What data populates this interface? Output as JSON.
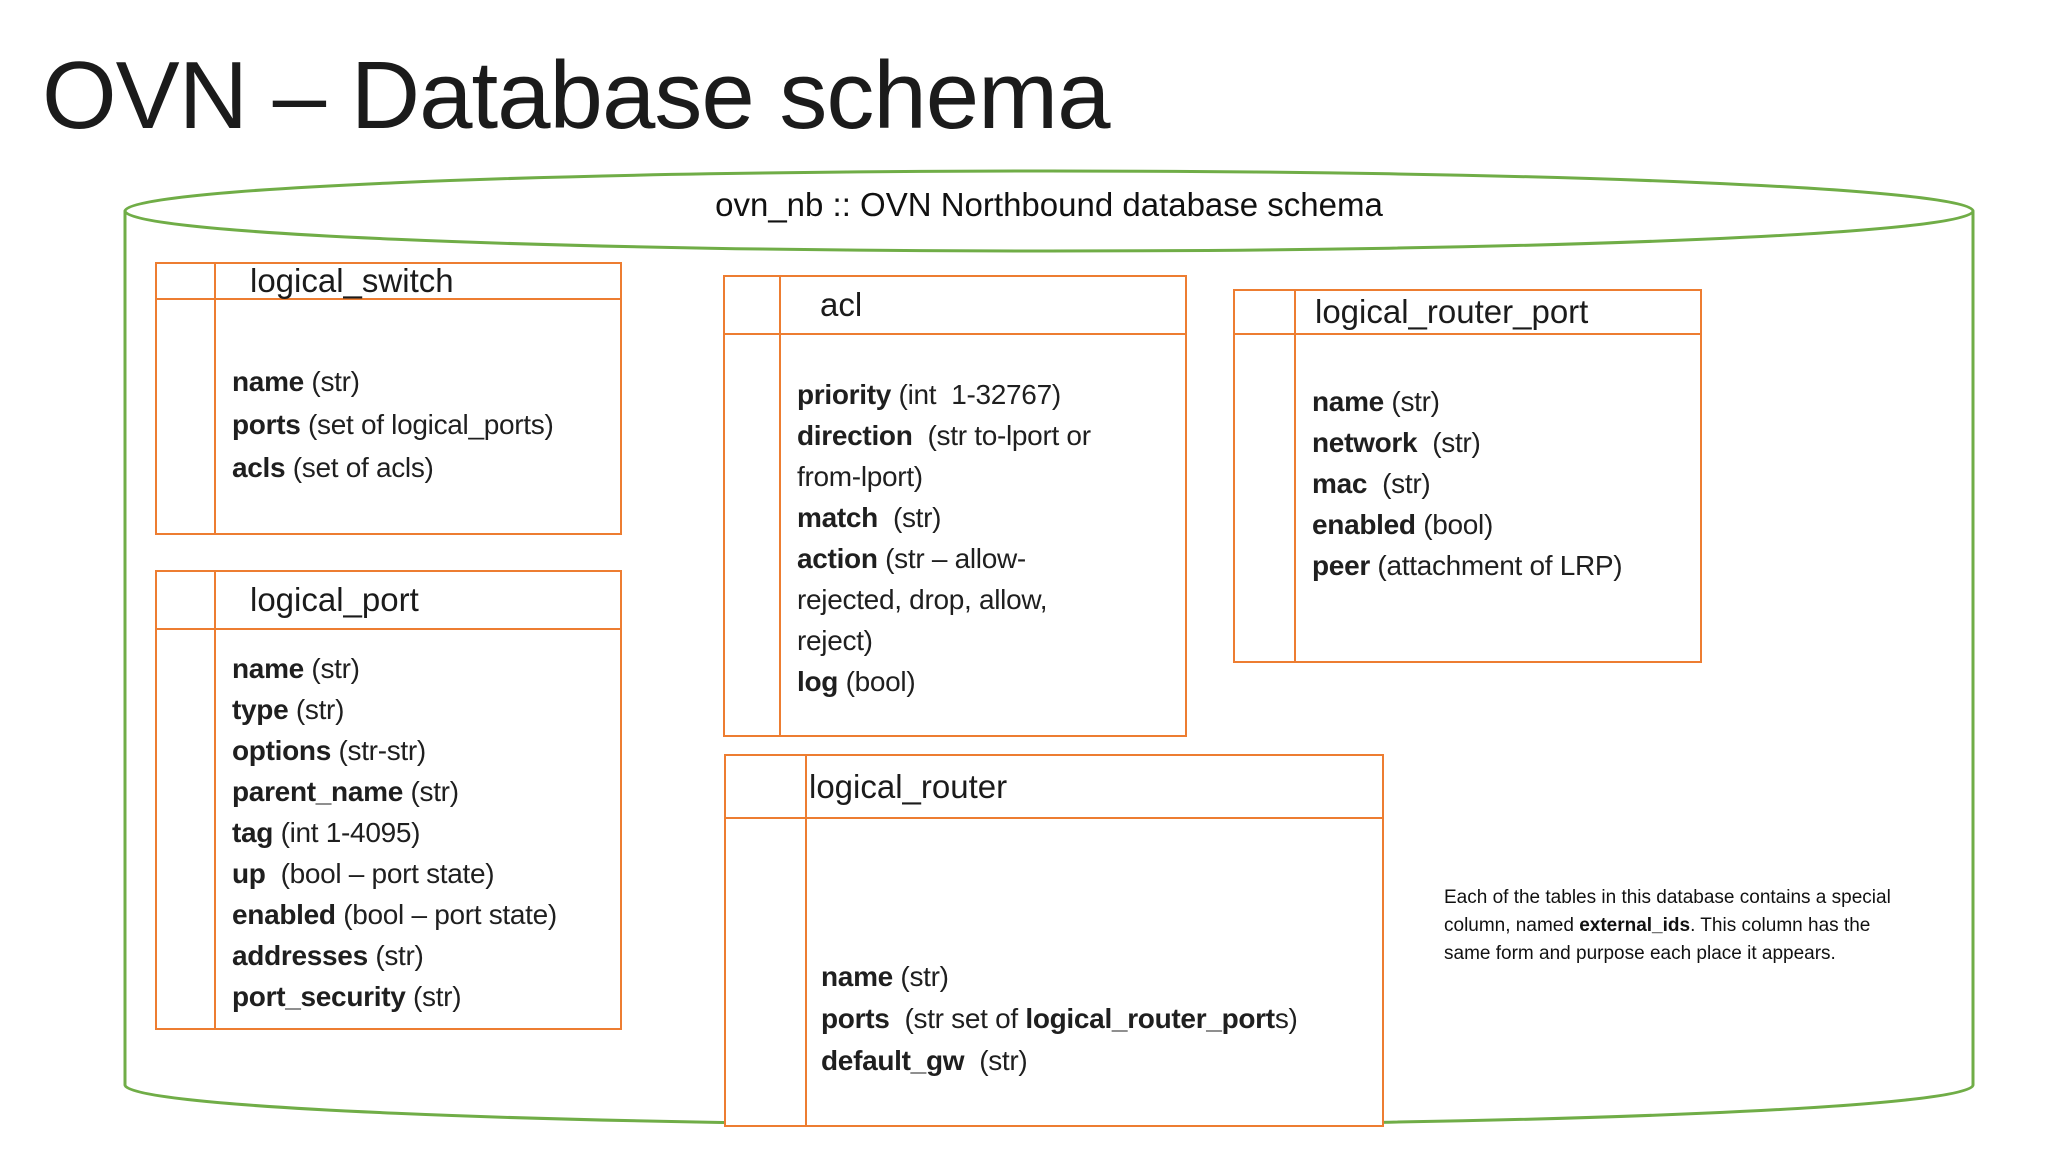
{
  "title": "OVN – Database schema",
  "accent_color": "#ED7D31",
  "cylinder": {
    "label": "ovn_nb :: OVN Northbound database schema",
    "color": "#70AD47"
  },
  "tables": [
    {
      "name": "logical_switch",
      "fields": [
        {
          "segments": [
            {
              "t": "name",
              "b": true
            },
            {
              "t": " (str)"
            }
          ]
        },
        {
          "segments": [
            {
              "t": "ports",
              "b": true
            },
            {
              "t": " (set of logical_ports)"
            }
          ]
        },
        {
          "segments": [
            {
              "t": "acls",
              "b": true
            },
            {
              "t": " (set of acls)"
            }
          ]
        }
      ]
    },
    {
      "name": "logical_port",
      "fields": [
        {
          "segments": [
            {
              "t": "name",
              "b": true
            },
            {
              "t": " (str)"
            }
          ]
        },
        {
          "segments": [
            {
              "t": "type",
              "b": true
            },
            {
              "t": " (str)"
            }
          ]
        },
        {
          "segments": [
            {
              "t": "options",
              "b": true
            },
            {
              "t": " (str-str)"
            }
          ]
        },
        {
          "segments": [
            {
              "t": "parent_name",
              "b": true
            },
            {
              "t": " (str)"
            }
          ]
        },
        {
          "segments": [
            {
              "t": "tag",
              "b": true
            },
            {
              "t": " (int 1-4095)"
            }
          ]
        },
        {
          "segments": [
            {
              "t": "up",
              "b": true
            },
            {
              "t": "  (bool – port state)"
            }
          ]
        },
        {
          "segments": [
            {
              "t": "enabled",
              "b": true
            },
            {
              "t": " (bool – port state)"
            }
          ]
        },
        {
          "segments": [
            {
              "t": "addresses",
              "b": true
            },
            {
              "t": " (str)"
            }
          ]
        },
        {
          "segments": [
            {
              "t": "port_security",
              "b": true
            },
            {
              "t": " (str)"
            }
          ]
        }
      ]
    },
    {
      "name": "acl",
      "fields": [
        {
          "segments": [
            {
              "t": "priority",
              "b": true
            },
            {
              "t": " (int  1-32767)"
            }
          ]
        },
        {
          "segments": [
            {
              "t": "direction",
              "b": true
            },
            {
              "t": "  (str to-lport or"
            }
          ]
        },
        {
          "segments": [
            {
              "t": "from-lport)"
            }
          ]
        },
        {
          "segments": [
            {
              "t": "match",
              "b": true
            },
            {
              "t": "  (str)"
            }
          ]
        },
        {
          "segments": [
            {
              "t": "action",
              "b": true
            },
            {
              "t": " (str – allow-"
            }
          ]
        },
        {
          "segments": [
            {
              "t": "rejected, drop, allow,"
            }
          ]
        },
        {
          "segments": [
            {
              "t": "reject)"
            }
          ]
        },
        {
          "segments": [
            {
              "t": "log",
              "b": true
            },
            {
              "t": " (bool)"
            }
          ]
        }
      ]
    },
    {
      "name": "logical_router_port",
      "fields": [
        {
          "segments": [
            {
              "t": "name",
              "b": true
            },
            {
              "t": " (str)"
            }
          ]
        },
        {
          "segments": [
            {
              "t": "network",
              "b": true
            },
            {
              "t": "  (str)"
            }
          ]
        },
        {
          "segments": [
            {
              "t": "mac",
              "b": true
            },
            {
              "t": "  (str)"
            }
          ]
        },
        {
          "segments": [
            {
              "t": "enabled",
              "b": true
            },
            {
              "t": " (bool)"
            }
          ]
        },
        {
          "segments": [
            {
              "t": "peer",
              "b": true
            },
            {
              "t": " (attachment of LRP)"
            }
          ]
        }
      ]
    },
    {
      "name": "logical_router",
      "fields": [
        {
          "segments": [
            {
              "t": "name",
              "b": true
            },
            {
              "t": " (str)"
            }
          ]
        },
        {
          "segments": [
            {
              "t": "ports",
              "b": true
            },
            {
              "t": "  (str set of "
            },
            {
              "t": "logical_router_port",
              "b": true
            },
            {
              "t": "s)"
            }
          ]
        },
        {
          "segments": [
            {
              "t": "default_gw",
              "b": true
            },
            {
              "t": "  (str)"
            }
          ]
        }
      ]
    }
  ],
  "note": {
    "lines": [
      {
        "segments": [
          {
            "t": "Each of the tables in this database contains a special"
          }
        ]
      },
      {
        "segments": [
          {
            "t": "column, named "
          },
          {
            "t": "external_ids",
            "b": true
          },
          {
            "t": ". This column has the"
          }
        ]
      },
      {
        "segments": [
          {
            "t": "same form and purpose each place it appears."
          }
        ]
      }
    ]
  }
}
